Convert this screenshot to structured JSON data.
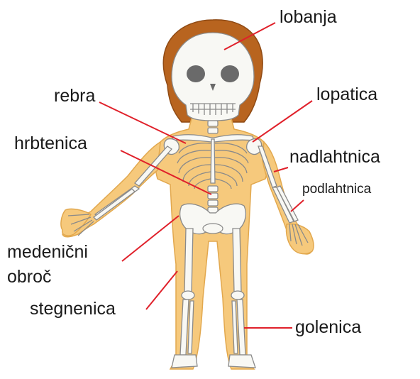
{
  "labels": {
    "lobanja": "lobanja",
    "rebra": "rebra",
    "lopatica": "lopatica",
    "hrbtenica": "hrbtenica",
    "nadlahtnica": "nadlahtnica",
    "podlahtnica": "podlahtnica",
    "medenicni_line1": "medenični",
    "medenicni_line2": "obroč",
    "stegnenica": "stegnenica",
    "golenica": "golenica"
  },
  "colors": {
    "leader_line": "#e0202a",
    "skin": "#f6c97c",
    "skin_outline": "#e2a84e",
    "hair": "#b8641f",
    "hair_dark": "#8f4a14",
    "bone": "#f8f8f4",
    "bone_outline": "#8a8a8a"
  }
}
